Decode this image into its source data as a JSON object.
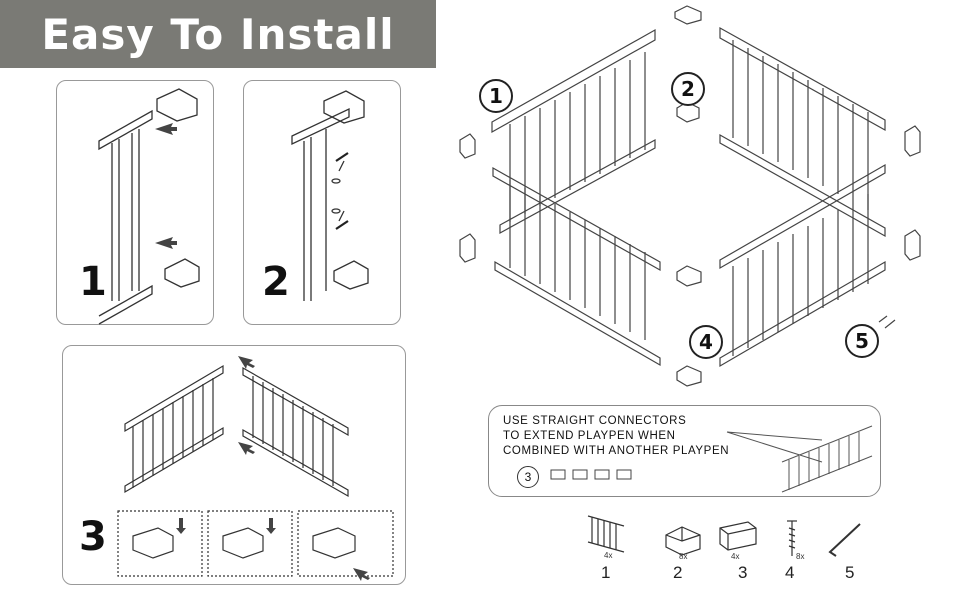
{
  "header": {
    "title": "Easy To Install"
  },
  "steps": {
    "one": "1",
    "two": "2",
    "three": "3"
  },
  "diagram": {
    "labels": [
      "1",
      "2",
      "3",
      "4",
      "5"
    ]
  },
  "note": {
    "line1": "USE STRAIGHT CONNECTORS",
    "line2": "TO EXTEND PLAYPEN WHEN",
    "line3": "COMBINED WITH ANOTHER PLAYPEN",
    "part_ref": "3"
  },
  "parts": [
    {
      "number": "1",
      "qty": "4x"
    },
    {
      "number": "2",
      "qty": "8x"
    },
    {
      "number": "3",
      "qty": "4x"
    },
    {
      "number": "4",
      "qty": "8x"
    },
    {
      "number": "5",
      "qty": ""
    }
  ]
}
